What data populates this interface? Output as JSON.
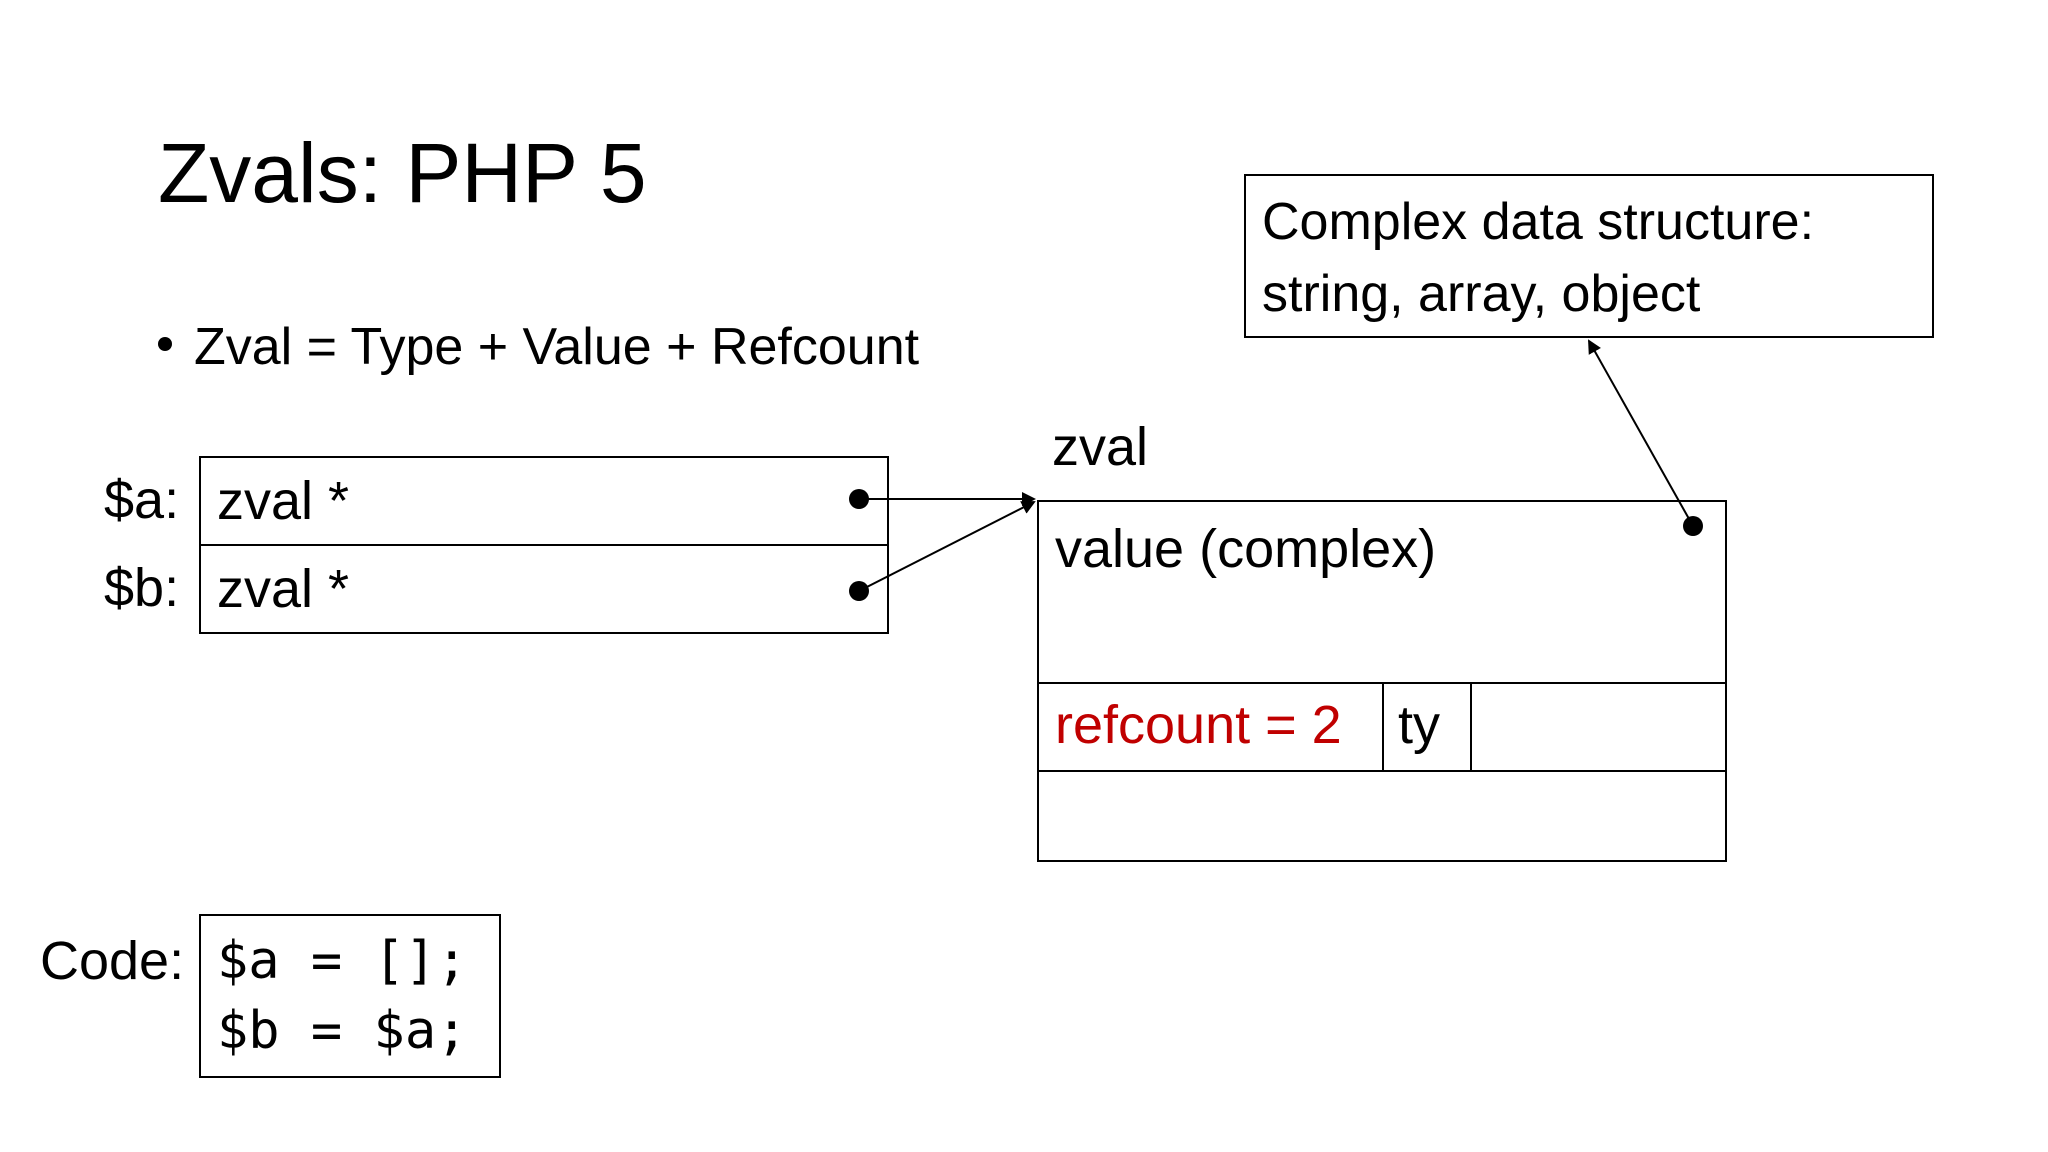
{
  "title": "Zvals: PHP 5",
  "bullet": "Zval = Type + Value + Refcount",
  "variables": [
    {
      "label": "$a:",
      "cell": "zval *"
    },
    {
      "label": "$b:",
      "cell": "zval *"
    }
  ],
  "zval": {
    "label": "zval",
    "value": "value (complex)",
    "refcount": "refcount = 2",
    "type": "ty",
    "refcount_color": "#c00000"
  },
  "callout": {
    "line1": "Complex data structure:",
    "line2": "string, array, object"
  },
  "code": {
    "label": "Code:",
    "lines": [
      "$a = [];",
      "$b = $a;"
    ]
  }
}
